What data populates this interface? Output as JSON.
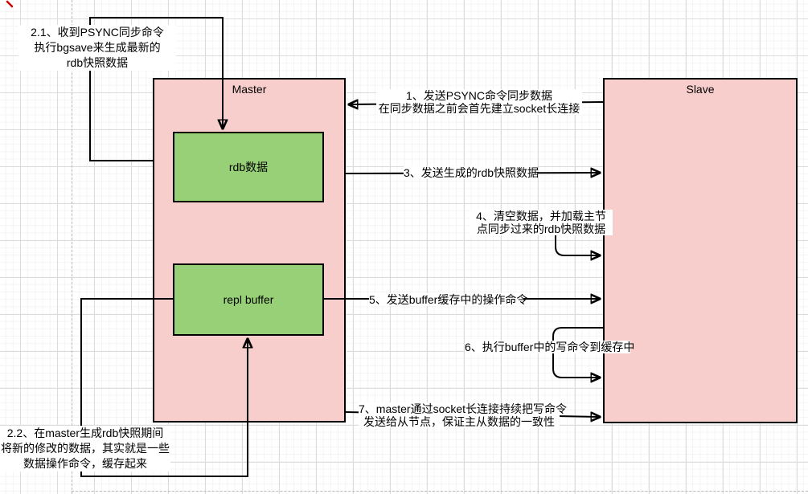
{
  "nodes": {
    "master": {
      "label": "Master"
    },
    "slave": {
      "label": "Slave"
    },
    "rdb": {
      "label": "rdb数据"
    },
    "repl_buffer": {
      "label": "repl buffer"
    }
  },
  "annotations": {
    "step1": {
      "lines": [
        "1、发送PSYNC命令同步数据",
        "在同步数据之前会首先建立socket长连接"
      ]
    },
    "step2_1": {
      "lines": [
        "2.1、收到PSYNC同步命令",
        "执行bgsave来生成最新的",
        "rdb快照数据"
      ]
    },
    "step2_2": {
      "lines": [
        "2.2、在master生成rdb快照期间",
        "将新的修改的数据，其实就是一些",
        "数据操作命令，缓存起来"
      ]
    },
    "step3": {
      "lines": [
        "3、发送生成的rdb快照数据"
      ]
    },
    "step4": {
      "lines": [
        "4、清空数据，并加载主节",
        "点同步过来的rdb快照数据"
      ]
    },
    "step5": {
      "lines": [
        "5、发送buffer缓存中的操作命令"
      ]
    },
    "step6": {
      "lines": [
        "6、执行buffer中的写命令到缓存中"
      ]
    },
    "step7": {
      "lines": [
        "7、master通过socket长连接持续把写命令",
        "发送给从节点，保证主从数据的一致性"
      ]
    }
  },
  "edges": [
    {
      "id": "step1",
      "from": "slave",
      "to": "master"
    },
    {
      "id": "step2_1",
      "from": "master",
      "to": "rdb"
    },
    {
      "id": "step2_2",
      "from": "repl_buffer",
      "to": "repl_buffer"
    },
    {
      "id": "step3",
      "from": "master",
      "to": "slave"
    },
    {
      "id": "step4",
      "from": "slave",
      "to": "slave"
    },
    {
      "id": "step5",
      "from": "repl_buffer",
      "to": "slave"
    },
    {
      "id": "step6",
      "from": "slave",
      "to": "slave"
    },
    {
      "id": "step7",
      "from": "master",
      "to": "slave"
    }
  ],
  "colors": {
    "node_fill_pink": "#f8cecc",
    "node_fill_green": "#97d077",
    "stroke": "#000000",
    "label_text": "#000000",
    "grid_major": "#dcdcdc",
    "grid_minor": "#f4f4f4",
    "page_border": "#b9b9b9",
    "red_mark": "#cc0000"
  }
}
